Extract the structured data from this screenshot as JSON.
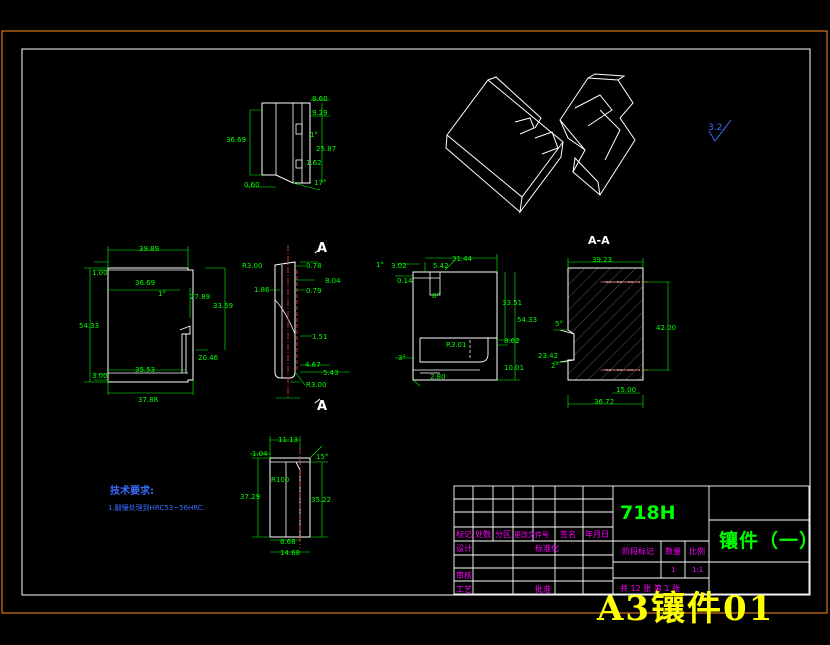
{
  "colors": {
    "background": "#000000",
    "border": "#ff8c1a",
    "outline": "#ffffff",
    "dimension": "#00ff00",
    "centerline": "#ff3b3b",
    "table_text": "#ff00ff",
    "caption": "#ffff00",
    "note": "#3a6bff"
  },
  "caption": "A3镶件01",
  "title_block": {
    "material": "718H",
    "part_name": "镶件（一）",
    "headers": [
      "标记",
      "处数",
      "分区",
      "更改文件号",
      "签名",
      "年月日"
    ],
    "row_labels": [
      "设计",
      "标准化",
      "审核",
      "工艺",
      "批准"
    ],
    "stage_label": "阶段标记",
    "qty_label": "数量",
    "scale_label": "比例",
    "qty_value": "1",
    "scale_value": "1:1",
    "sheets": "共 12 张 第 1 张"
  },
  "notes": {
    "title": "技术要求:",
    "text": "1.翻镶处理到HRC53~56HRC."
  },
  "section_labels": {
    "cut_top": "A",
    "cut_bottom": "A",
    "section": "A-A"
  },
  "surface_finish": "3.2",
  "dimensions": {
    "top": [
      "8.60",
      "9.29",
      "36.69",
      "1°",
      "25.87",
      "1.62",
      "0.60",
      "17°"
    ],
    "front": [
      "39.89",
      "36.69",
      "1.00",
      "27.89",
      "33.59",
      "54.33",
      "1°",
      "20.46",
      "35.53",
      "3.00",
      "37.88"
    ],
    "side": [
      "R3.00",
      "0.78",
      "1.86",
      "0.79",
      "8.04",
      "1.51",
      "4.67",
      "5.43",
      "R3.00"
    ],
    "right": [
      "1°",
      "3.02",
      "5.42",
      "31.44",
      "0.14",
      "8°",
      "33.51",
      "54.33",
      "R3.01",
      "8.62",
      "3°",
      "10.01",
      "2.80"
    ],
    "section": [
      "39.23",
      "5°",
      "42.00",
      "23.42",
      "2°",
      "15.00",
      "36.72"
    ],
    "bottom": [
      "11.13",
      "1.04",
      "15°",
      "R100",
      "37.29",
      "35.22",
      "8.68",
      "14.68"
    ]
  }
}
